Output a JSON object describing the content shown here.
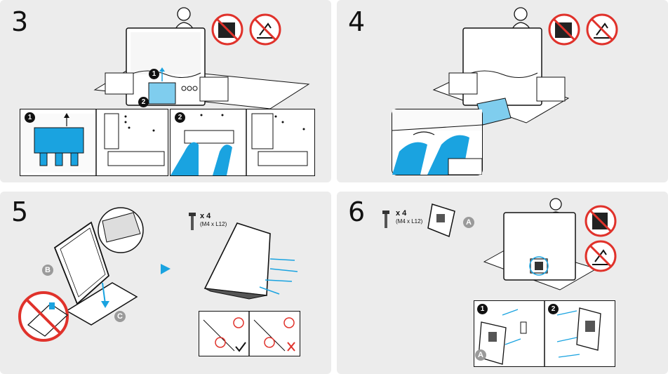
{
  "steps": [
    {
      "number": "3",
      "sub_labels": [
        "1",
        "2",
        "1",
        "2"
      ]
    },
    {
      "number": "4"
    },
    {
      "number": "5",
      "screw": {
        "qty": "x 4",
        "spec": "(M4 x L12)"
      },
      "parts": [
        "B",
        "C"
      ]
    },
    {
      "number": "6",
      "screw": {
        "qty": "x 4",
        "spec": "(M4 x L12)"
      },
      "parts": [
        "A",
        "A"
      ],
      "sub_labels": [
        "1",
        "2"
      ]
    }
  ],
  "colors": {
    "accent": "#1aa3e0",
    "prohibit": "#e0322b",
    "panel": "#ececec",
    "check": "#111111",
    "cross": "#e0322b"
  },
  "icons": [
    "person-icon",
    "no-lifting-icon",
    "no-pressing-icon",
    "screw-icon",
    "check-icon",
    "cross-icon",
    "play-arrow-icon"
  ]
}
